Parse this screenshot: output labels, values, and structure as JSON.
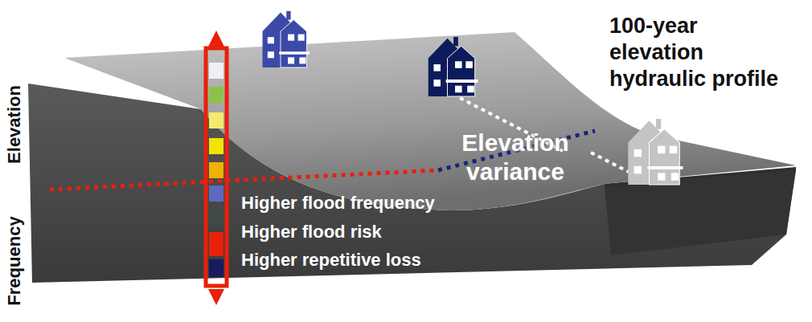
{
  "diagram": {
    "labels": [
      "Elevation",
      "Frequency",
      "100-year elevation hydraulic profile",
      "Elevation variance",
      "Higher flood frequency",
      "Higher flood risk",
      "Higher repetitive loss"
    ]
  }
}
